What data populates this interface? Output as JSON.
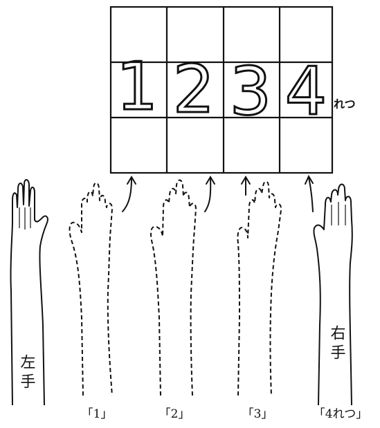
{
  "grid": {
    "columns": 4,
    "rows": 3,
    "column_numbers": [
      "1",
      "2",
      "3",
      "4"
    ],
    "side_label": "れつ"
  },
  "hands": {
    "left_label": "左手",
    "right_label": "右手",
    "positions": [
      "「1」",
      "「2」",
      "「3」",
      "「4れつ」"
    ]
  }
}
